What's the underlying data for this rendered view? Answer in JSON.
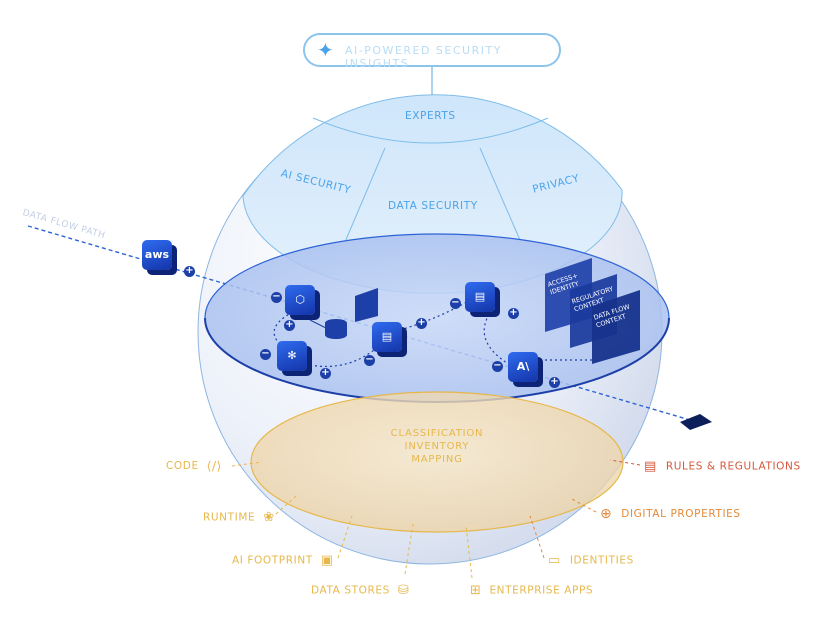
{
  "header": {
    "title": "AI-POWERED SECURITY INSIGHTS"
  },
  "sphere_top": {
    "experts": "EXPERTS",
    "ai_security": "AI SECURITY",
    "data_security": "DATA SECURITY",
    "privacy": "PRIVACY"
  },
  "flow": {
    "data_flow_label": "DATA FLOW PATH",
    "aws": "aws"
  },
  "context_cards": [
    "ACCESS+ IDENTITY",
    "REGULATORY CONTEXT",
    "DATA FLOW CONTEXT"
  ],
  "base": {
    "line1": "CLASSIFICATION",
    "line2": "INVENTORY",
    "line3": "MAPPING"
  },
  "left_labels": {
    "code": "CODE",
    "runtime": "RUNTIME",
    "ai_footprint": "AI FOOTPRINT",
    "data_stores": "DATA STORES",
    "enterprise_apps": "ENTERPRISE APPS"
  },
  "right_labels": {
    "rules": "RULES & REGULATIONS",
    "digital": "DIGITAL PROPERTIES",
    "identities": "IDENTITIES"
  },
  "colors": {
    "blue": "#1d3fa8",
    "light_blue": "#5aa6e6",
    "gold": "#e6b84b",
    "orange": "#e38a3a",
    "red": "#d6573a"
  }
}
